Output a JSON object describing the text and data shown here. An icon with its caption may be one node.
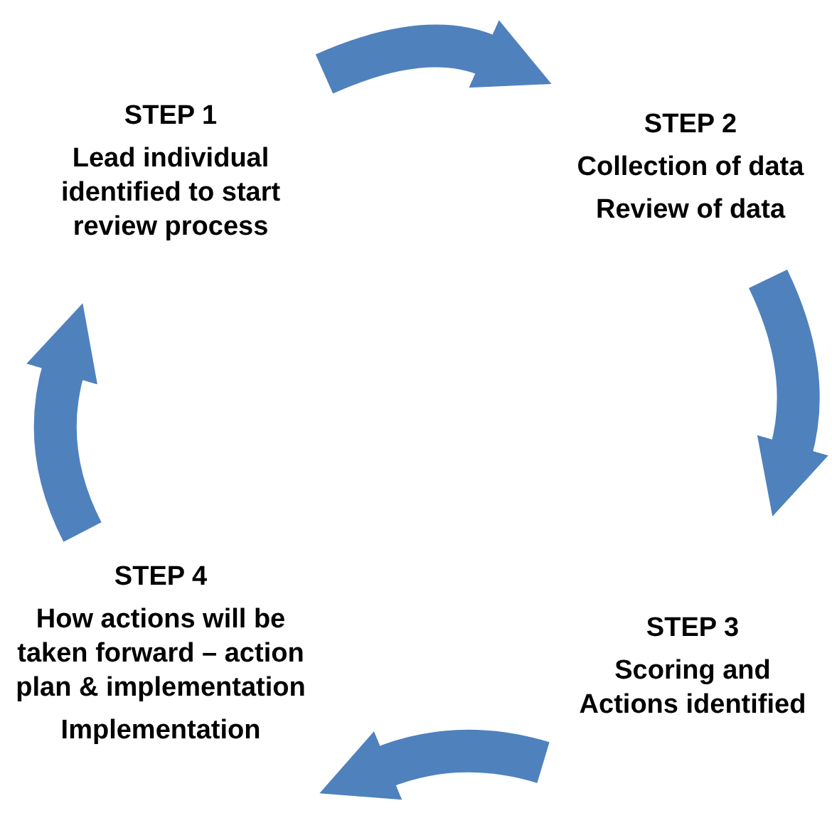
{
  "diagram": {
    "nodes": [
      {
        "text": [
          "STEP 1",
          "Lead individual identified to start review process"
        ]
      },
      {
        "text": [
          "STEP 2",
          "Collection of data",
          "Review of data"
        ]
      },
      {
        "text": [
          "STEP 3",
          "Scoring and Actions identified"
        ]
      },
      {
        "text": [
          "STEP 4",
          "How actions will be taken forward – action plan & implementation",
          "Implementation"
        ]
      }
    ],
    "edges": [
      {
        "from": 0,
        "to": 1,
        "arrow": "to"
      },
      {
        "from": 1,
        "to": 2,
        "arrow": "to"
      },
      {
        "from": 2,
        "to": 3,
        "arrow": "to"
      },
      {
        "from": 3,
        "to": 0,
        "arrow": "to"
      }
    ]
  }
}
